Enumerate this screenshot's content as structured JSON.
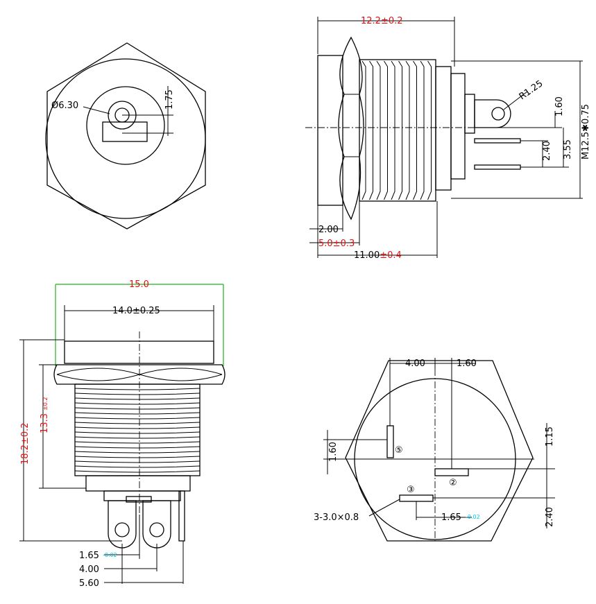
{
  "colors": {
    "line": "#000000",
    "critical_dimension": "#e01010",
    "overall_width_guide": "#1db51d",
    "tolerance": "#00c8e6"
  },
  "front_view": {
    "dia": "Ø6.30",
    "pin_offset": "1.75"
  },
  "side_view": {
    "length_top": "12.2±0.2",
    "radius": "R1.25",
    "tab_offset": "1.60",
    "pin_pitch": "2.40",
    "pin_span": "3.55",
    "thread": "M12.5✱0.75",
    "flange": "2.00",
    "nut_thick": "5.0±0.3",
    "body_len_a": "11.00",
    "body_len_b": "±0.4"
  },
  "lower_left": {
    "width_total": "15.0",
    "width_nut": "14.0±0.25",
    "height_total": "18.2±0.2",
    "height_thread": "13.3",
    "height_thread_tol": "±0.2",
    "pin_a": "1.65",
    "pin_a_tol": "-0.02",
    "pin_b": "4.00",
    "pin_c": "5.60"
  },
  "bottom_view": {
    "dim_left": "4.00",
    "dim_right": "1.60",
    "dim_side": "1.60",
    "dim_top_right": "1.15",
    "dim_low_right": "2.40",
    "slot_note": "3-3.0×0.8",
    "pin_offset": "1.65",
    "pin_offset_tol": "-0.02",
    "pin_labels": [
      "⑤",
      "②",
      "③"
    ]
  }
}
